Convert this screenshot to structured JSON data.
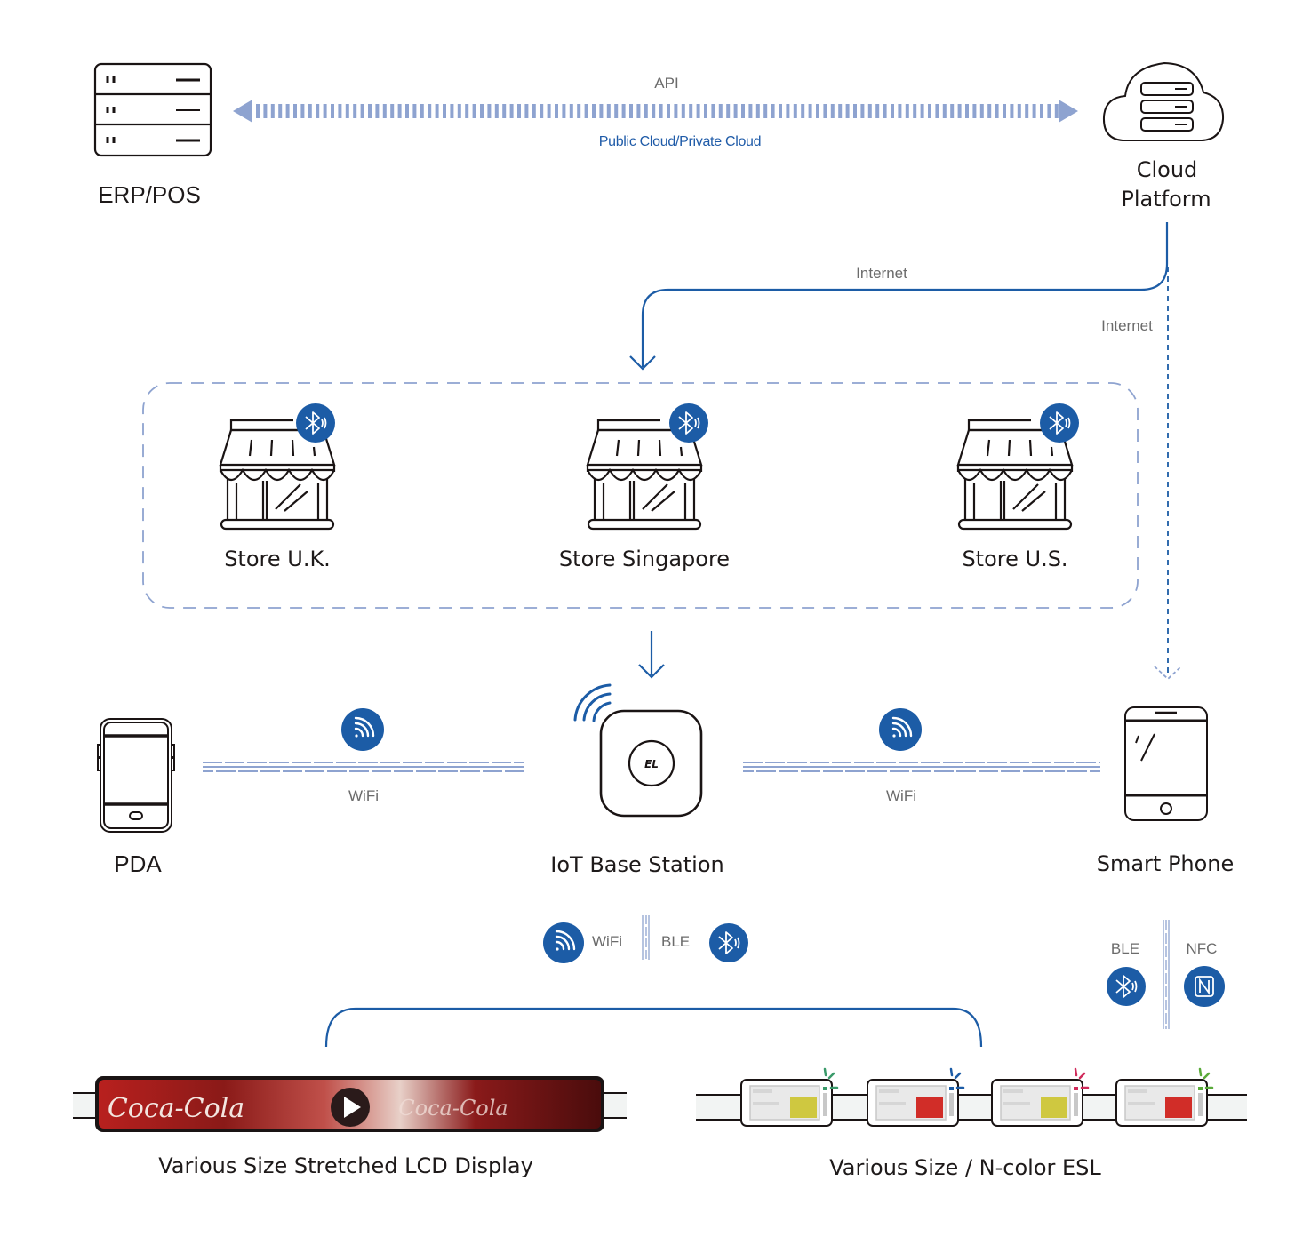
{
  "nodes": {
    "erp": {
      "label": "ERP/POS",
      "icon": "server-rack-icon"
    },
    "cloud": {
      "label_line1": "Cloud",
      "label_line2": "Platform",
      "icon": "cloud-server-icon"
    },
    "stores": [
      {
        "label": "Store U.K.",
        "icon": "storefront-icon",
        "badge": "bluetooth-icon"
      },
      {
        "label": "Store Singapore",
        "icon": "storefront-icon",
        "badge": "bluetooth-icon"
      },
      {
        "label": "Store U.S.",
        "icon": "storefront-icon",
        "badge": "bluetooth-icon"
      }
    ],
    "pda": {
      "label": "PDA",
      "icon": "pda-device-icon"
    },
    "base_station": {
      "label": "IoT Base Station",
      "icon": "base-station-icon",
      "logo_text": "EL"
    },
    "smart_phone": {
      "label": "Smart Phone",
      "icon": "smartphone-icon"
    },
    "lcd": {
      "label": "Various Size Stretched LCD Display",
      "brand_text": "Coca-Cola",
      "icon": "play-icon"
    },
    "esl": {
      "label": "Various Size / N-color ESL",
      "tags": [
        {
          "swatch": "#cfc840",
          "led": "#3a9a6a"
        },
        {
          "swatch": "#d12d28",
          "led": "#1c5ca6"
        },
        {
          "swatch": "#cfc840",
          "led": "#d02a5a"
        },
        {
          "swatch": "#d12d28",
          "led": "#5aaa3a"
        }
      ]
    }
  },
  "connections": {
    "api": {
      "label_top": "API",
      "label_bottom": "Public Cloud/Private Cloud"
    },
    "internet_stores": {
      "label": "Internet"
    },
    "internet_phone": {
      "label": "Internet"
    },
    "wifi_pda": {
      "label": "WiFi",
      "icon": "wifi-icon"
    },
    "wifi_phone": {
      "label": "WiFi",
      "icon": "wifi-icon"
    },
    "base_to_displays": {
      "wifi_label": "WiFi",
      "ble_label": "BLE"
    },
    "phone_to_esl": {
      "ble_label": "BLE",
      "nfc_label": "NFC"
    }
  },
  "colors": {
    "primary_blue": "#1c5ca6",
    "light_blue": "#8ea3d0",
    "dark_line": "#1a1414",
    "gray_text": "#6b6b6b"
  }
}
